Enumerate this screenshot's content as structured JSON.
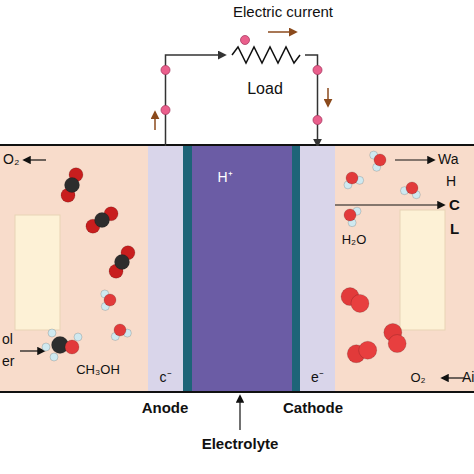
{
  "diagram": {
    "nodes": [
      {
        "text": [
          "c⁻"
        ]
      },
      {
        "text": [
          "H⁺"
        ]
      },
      {
        "text": [
          "e⁻"
        ]
      },
      {
        "text": [
          "Load"
        ]
      }
    ],
    "edges": [
      {
        "from": 0,
        "to": 3,
        "arrow": "to"
      },
      {
        "from": 3,
        "to": 2,
        "arrow": "to"
      }
    ],
    "labels": [
      "Electric current",
      "O₂",
      "Wa",
      "H",
      "C",
      "L",
      "H₂O",
      "CH₃OH",
      "ol",
      "er",
      "O₂",
      "Ai",
      "Anode",
      "Cathode",
      "Electrolyte"
    ]
  }
}
